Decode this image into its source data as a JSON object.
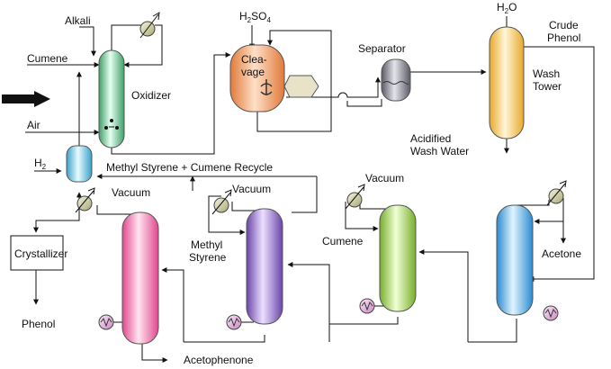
{
  "labels": {
    "alkali": "Alkali",
    "cumene_feed": "Cumene",
    "air": "Air",
    "oxidizer": "Oxidizer",
    "h2": "H",
    "h2_sub": "2",
    "h2so4_a": "H",
    "h2so4_b": "2",
    "h2so4_c": "SO",
    "h2so4_d": "4",
    "cleavage_1": "Clea-",
    "cleavage_2": "vage",
    "separator": "Separator",
    "h2o_a": "H",
    "h2o_b": "2",
    "h2o_c": "O",
    "crude_phenol_1": "Crude",
    "crude_phenol_2": "Phenol",
    "wash_tower_1": "Wash",
    "wash_tower_2": "Tower",
    "acidified_1": "Acidified",
    "acidified_2": "Wash Water",
    "recycle": "Methyl Styrene + Cumene Recycle",
    "vacuum_1": "Vacuum",
    "vacuum_2": "Vacuum",
    "vacuum_3": "Vacuum",
    "methyl_styrene_1": "Methyl",
    "methyl_styrene_2": "Styrene",
    "cumene_product": "Cumene",
    "acetone": "Acetone",
    "crystallizer": "Crystallizer",
    "phenol": "Phenol",
    "acetophenone": "Acetophenone"
  },
  "colors": {
    "oxidizer": "#7fd0a0",
    "h2_reactor": "#8ed8ee",
    "cleavage": "#f5a56e",
    "separator": "#9a9aa2",
    "wash_tower": "#f5c84a",
    "column_1": "#f08cbc",
    "column_2": "#a888d0",
    "column_3": "#a8d45a",
    "column_4": "#58b8e8",
    "condenser": "#c8c8a0",
    "reboiler": "#d8a8d0"
  }
}
